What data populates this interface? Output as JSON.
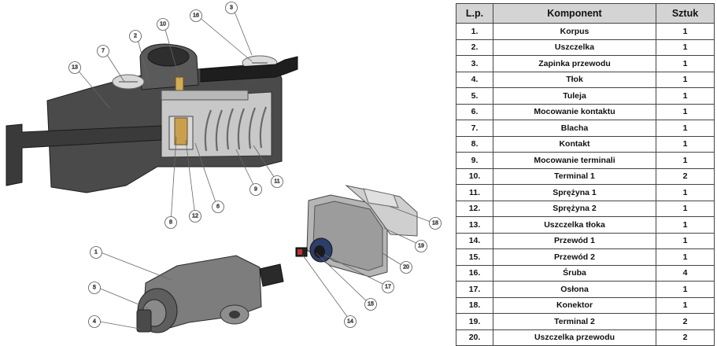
{
  "table": {
    "headers": [
      "L.p.",
      "Komponent",
      "Sztuk"
    ],
    "rows": [
      [
        "1.",
        "Korpus",
        "1"
      ],
      [
        "2.",
        "Uszczelka",
        "1"
      ],
      [
        "3.",
        "Zapinka przewodu",
        "1"
      ],
      [
        "4.",
        "Tłok",
        "1"
      ],
      [
        "5.",
        "Tuleja",
        "1"
      ],
      [
        "6.",
        "Mocowanie kontaktu",
        "1"
      ],
      [
        "7.",
        "Blacha",
        "1"
      ],
      [
        "8.",
        "Kontakt",
        "1"
      ],
      [
        "9.",
        "Mocowanie terminali",
        "1"
      ],
      [
        "10.",
        "Terminal 1",
        "2"
      ],
      [
        "11.",
        "Sprężyna 1",
        "1"
      ],
      [
        "12.",
        "Sprężyna 2",
        "1"
      ],
      [
        "13.",
        "Uszczelka tłoka",
        "1"
      ],
      [
        "14.",
        "Przewód 1",
        "1"
      ],
      [
        "15.",
        "Przewód 2",
        "1"
      ],
      [
        "16.",
        "Śruba",
        "4"
      ],
      [
        "17.",
        "Osłona",
        "1"
      ],
      [
        "18.",
        "Konektor",
        "1"
      ],
      [
        "19.",
        "Terminal 2",
        "2"
      ],
      [
        "20.",
        "Uszczelka przewodu",
        "2"
      ]
    ]
  },
  "callouts": [
    "1",
    "2",
    "3",
    "4",
    "5",
    "6",
    "7",
    "8",
    "9",
    "10",
    "11",
    "12",
    "13",
    "14",
    "15",
    "16",
    "17",
    "18",
    "19",
    "20"
  ]
}
